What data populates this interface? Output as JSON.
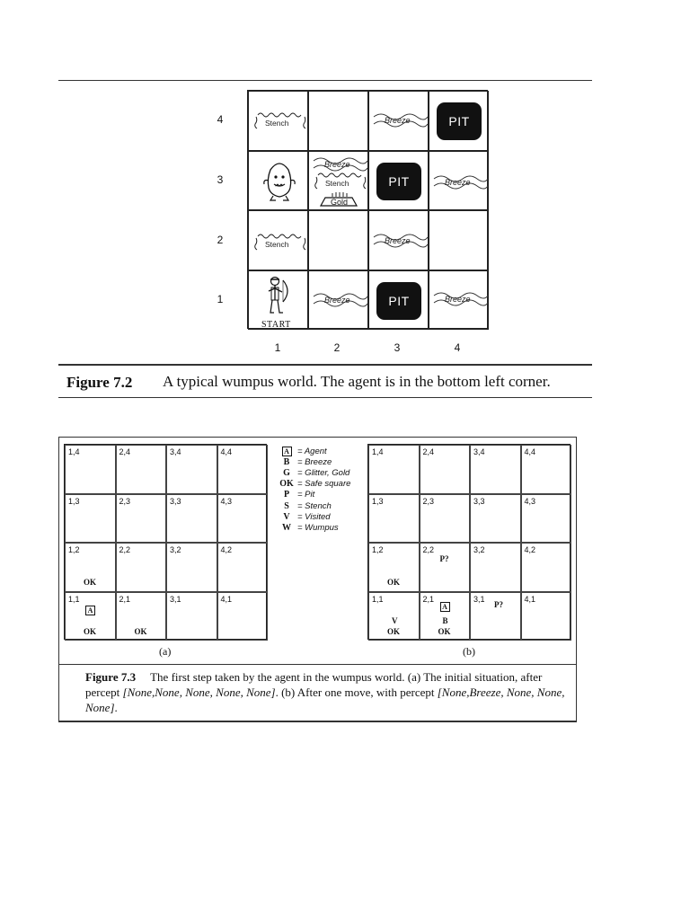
{
  "figure72": {
    "label": "Figure 7.2",
    "caption": "A typical wumpus world. The agent is in the bottom left corner.",
    "row_labels": [
      "4",
      "3",
      "2",
      "1"
    ],
    "col_labels": [
      "1",
      "2",
      "3",
      "4"
    ],
    "pit_text": "PIT",
    "breeze_text": "Breeze",
    "stench_text": "Stench",
    "gold_text": "Gold",
    "start_text": "START"
  },
  "figure73": {
    "label": "Figure 7.3",
    "caption_part1": "The first step taken by the agent in the wumpus world. (a) The initial situation, after percept ",
    "percept_a": "[None,None, None, None, None]",
    "caption_part2": ". (b) After one move, with percept ",
    "percept_b": "[None,Breeze, None, None, None]",
    "caption_part3": ".",
    "sub_a": "(a)",
    "sub_b": "(b)",
    "coords": [
      [
        "1,4",
        "2,4",
        "3,4",
        "4,4"
      ],
      [
        "1,3",
        "2,3",
        "3,3",
        "4,3"
      ],
      [
        "1,2",
        "2,2",
        "3,2",
        "4,2"
      ],
      [
        "1,1",
        "2,1",
        "3,1",
        "4,1"
      ]
    ],
    "marks": {
      "ok": "OK",
      "pit_q": "P?",
      "v": "V",
      "b": "B",
      "agent": "A"
    },
    "legend": [
      {
        "sym": "A",
        "text": "= Agent"
      },
      {
        "sym": "B",
        "text": "= Breeze"
      },
      {
        "sym": "G",
        "text": "= Glitter, Gold"
      },
      {
        "sym": "OK",
        "text": "= Safe square"
      },
      {
        "sym": "P",
        "text": "= Pit"
      },
      {
        "sym": "S",
        "text": "= Stench"
      },
      {
        "sym": "V",
        "text": "= Visited"
      },
      {
        "sym": "W",
        "text": "= Wumpus"
      }
    ]
  }
}
